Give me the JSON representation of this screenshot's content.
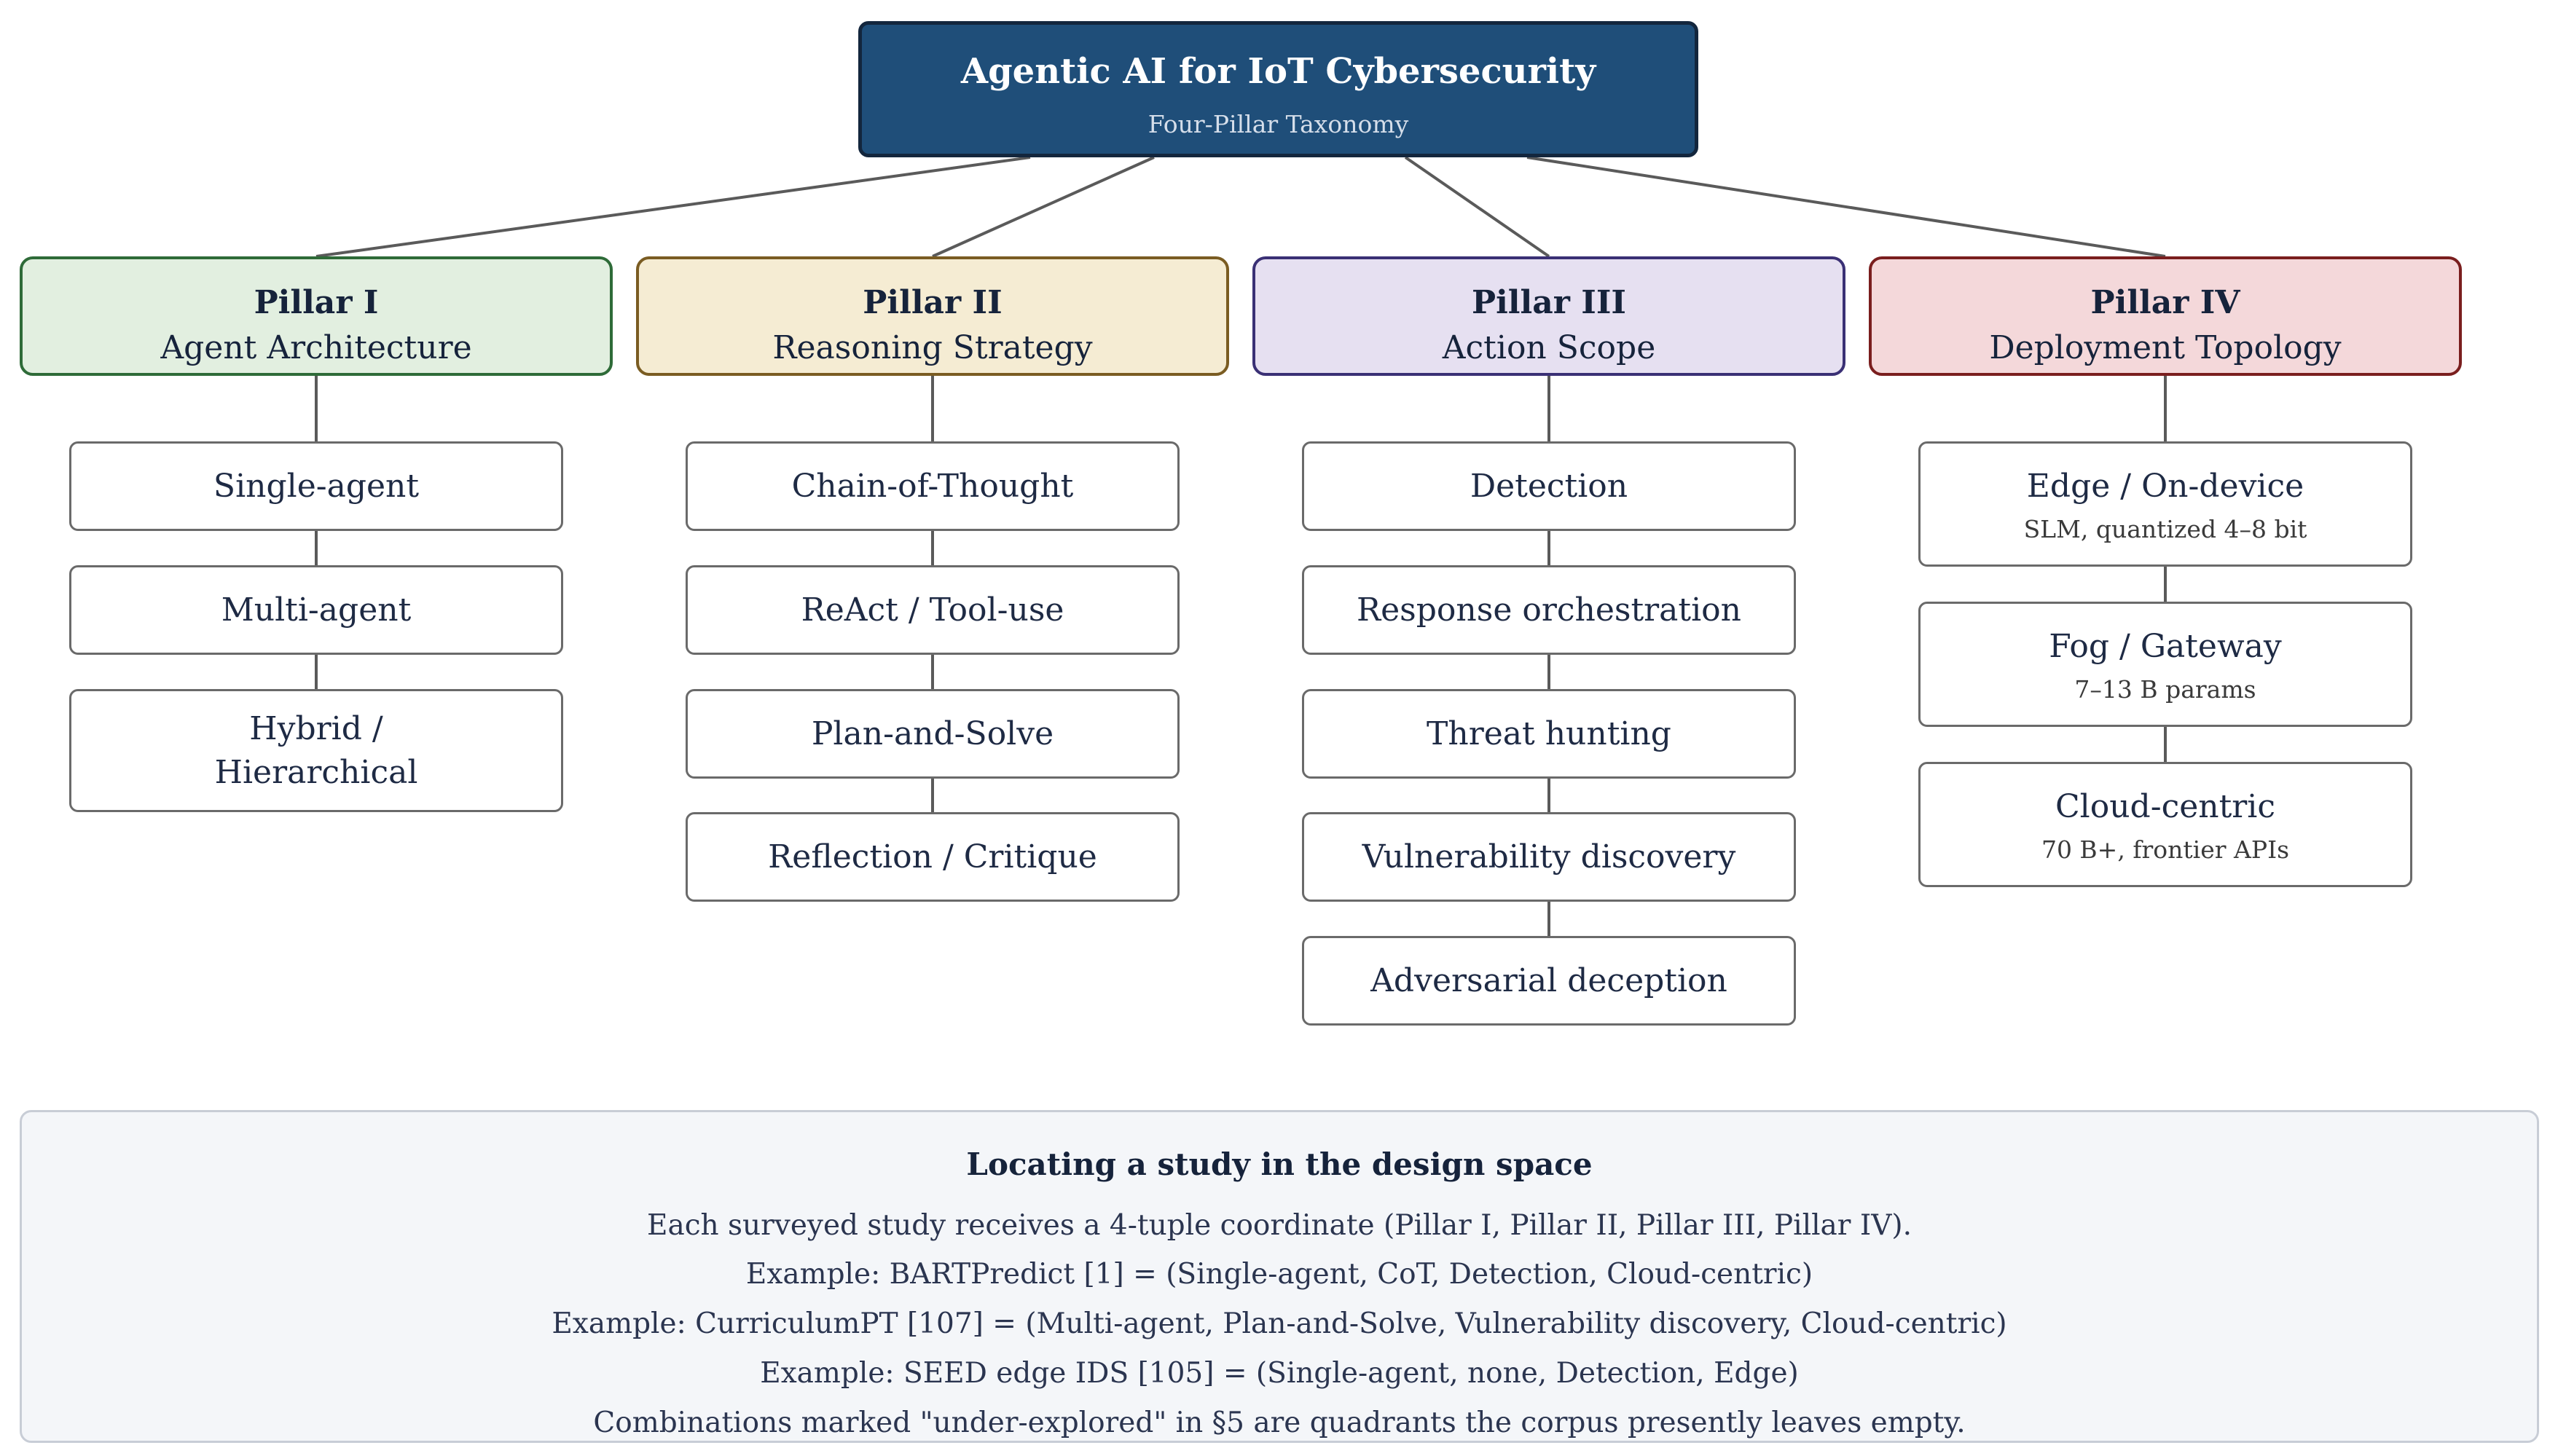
{
  "root": {
    "title": "Agentic AI for IoT Cybersecurity",
    "subtitle": "Four-Pillar Taxonomy"
  },
  "pillars": [
    {
      "number": "Pillar I",
      "name": "Agent Architecture",
      "accent": "#2e6b38",
      "fill": "#e2efe0",
      "items": [
        {
          "label": "Single-agent"
        },
        {
          "label": "Multi-agent"
        },
        {
          "label": "Hybrid /\nHierarchical"
        }
      ]
    },
    {
      "number": "Pillar II",
      "name": "Reasoning Strategy",
      "accent": "#7a5c22",
      "fill": "#f5ecd3",
      "items": [
        {
          "label": "Chain-of-Thought"
        },
        {
          "label": "ReAct / Tool-use"
        },
        {
          "label": "Plan-and-Solve"
        },
        {
          "label": "Reflection / Critique"
        }
      ]
    },
    {
      "number": "Pillar III",
      "name": "Action Scope",
      "accent": "#3a3075",
      "fill": "#e6e0f1",
      "items": [
        {
          "label": "Detection"
        },
        {
          "label": "Response orchestration"
        },
        {
          "label": "Threat hunting"
        },
        {
          "label": "Vulnerability discovery"
        },
        {
          "label": "Adversarial deception"
        }
      ]
    },
    {
      "number": "Pillar IV",
      "name": "Deployment Topology",
      "accent": "#7a1e1e",
      "fill": "#f4d8da",
      "items": [
        {
          "label": "Edge / On-device",
          "detail": "SLM, quantized 4–8 bit"
        },
        {
          "label": "Fog / Gateway",
          "detail": "7–13 B params"
        },
        {
          "label": "Cloud-centric",
          "detail": "70 B+, frontier APIs"
        }
      ]
    }
  ],
  "note": {
    "title": "Locating a study in the design space",
    "lines": [
      "Each surveyed study receives a 4-tuple coordinate (Pillar I, Pillar II, Pillar III, Pillar IV).",
      "Example: BARTPredict [1] = (Single-agent, CoT, Detection, Cloud-centric)",
      "Example: CurriculumPT [107] = (Multi-agent, Plan-and-Solve, Vulnerability discovery, Cloud-centric)",
      "Example: SEED edge IDS [105] = (Single-agent, none, Detection, Edge)",
      "Combinations marked \"under-explored\" in §5 are quadrants the corpus presently leaves empty."
    ]
  },
  "colors": {
    "root_fill": "#1f4e79",
    "root_border": "#13263d",
    "connector": "#5a5a5a"
  }
}
